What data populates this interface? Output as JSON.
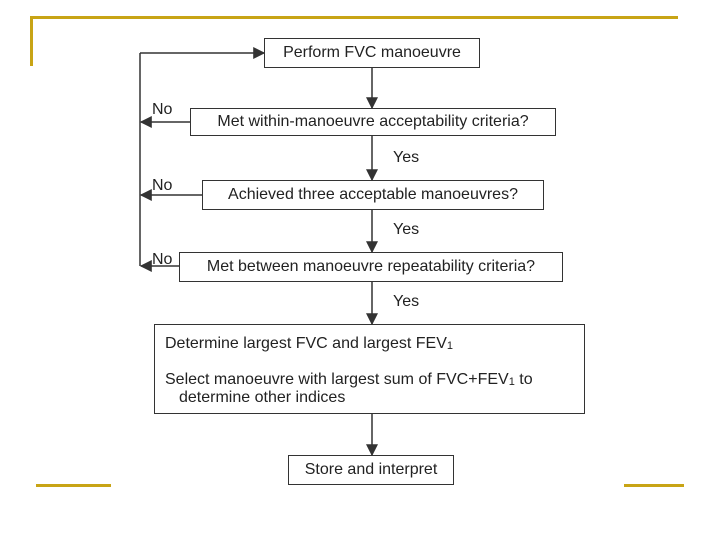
{
  "flowchart": {
    "steps": {
      "perform": "Perform FVC manoeuvre",
      "within_criteria": "Met within-manoeuvre acceptability criteria?",
      "three_acceptable": "Achieved three acceptable manoeuvres?",
      "repeatability": "Met between manoeuvre repeatability criteria?",
      "determine_prefix": "Determine largest FVC and largest FEV",
      "determine_sub": "1",
      "select_prefix": "Select manoeuvre with largest sum of FVC+FEV",
      "select_sub": "1",
      "select_suffix": " to",
      "select_line2": "determine other indices",
      "store": "Store and interpret"
    },
    "labels": {
      "yes": "Yes",
      "no": "No"
    }
  },
  "colors": {
    "accent": "#c8a415",
    "line": "#333333",
    "text": "#222222"
  }
}
